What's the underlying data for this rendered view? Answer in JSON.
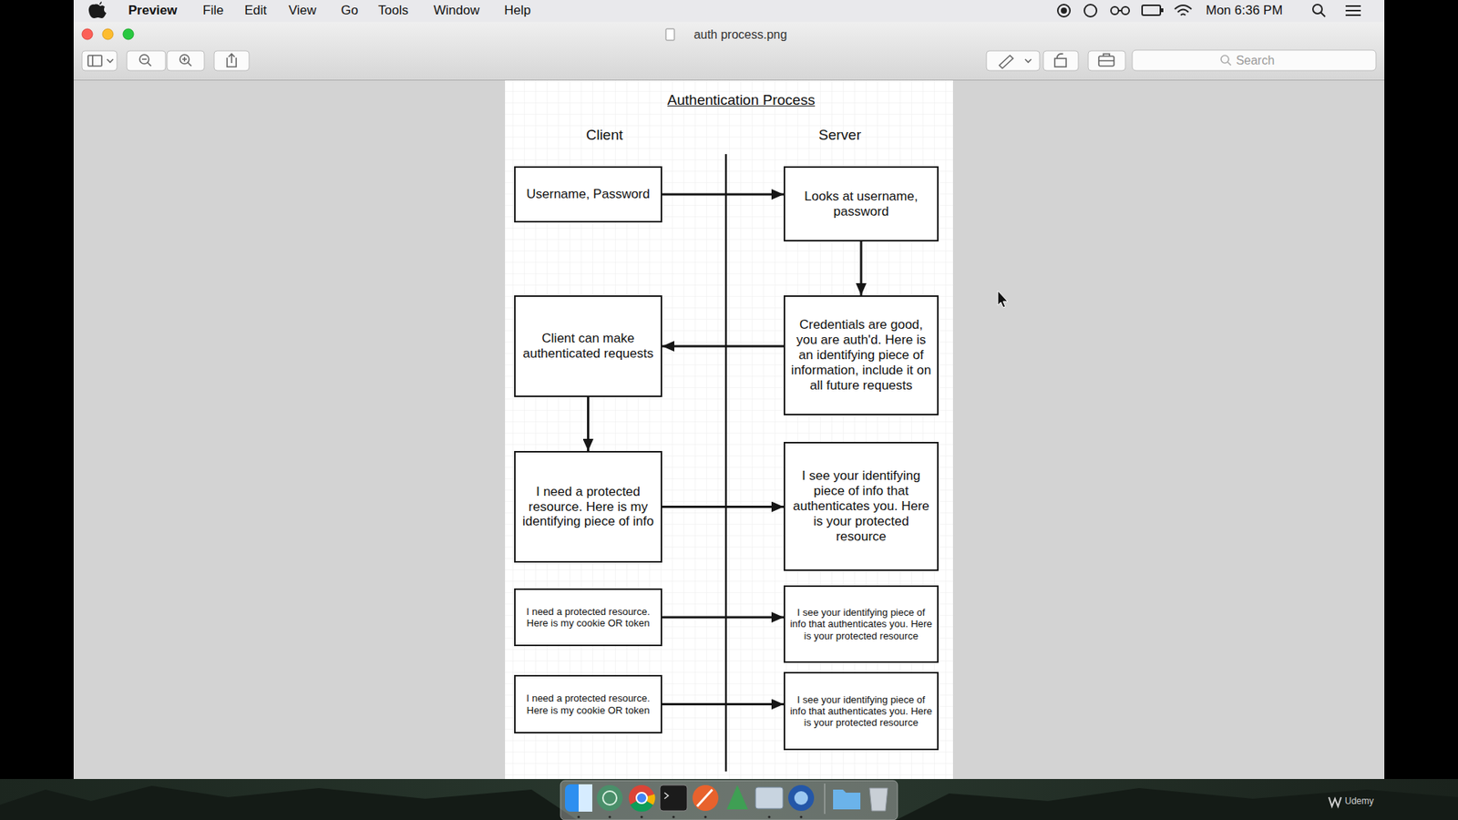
{
  "diagram": {
    "title": "Authentication Process",
    "nodes": [
      {
        "text": [
          "Username, Password"
        ]
      },
      {
        "text": [
          "Looks at username, password"
        ]
      },
      {
        "text": [
          "Client can make authenticated requests"
        ]
      },
      {
        "text": [
          "Credentials are good, you are auth'd. Here is an identifying piece of information, include it on all future requests"
        ]
      },
      {
        "text": [
          "I need a protected resource. Here is my identifying piece of info"
        ]
      },
      {
        "text": [
          "I see your identifying piece of info that authenticates you. Here is your protected resource"
        ]
      },
      {
        "text": [
          "I need a protected resource. Here is my cookie OR token"
        ]
      },
      {
        "text": [
          "I see your identifying piece of info that authenticates you. Here is your protected resource"
        ]
      },
      {
        "text": [
          "I need a protected resource. Here is my cookie OR token"
        ]
      },
      {
        "text": [
          "I see your identifying piece of info that authenticates you. Here is your protected resource"
        ]
      }
    ],
    "edges": [
      {
        "from": 0,
        "to": 1,
        "arrow": "to"
      },
      {
        "from": 1,
        "to": 3,
        "arrow": "to"
      },
      {
        "from": 3,
        "to": 2,
        "arrow": "to"
      },
      {
        "from": 2,
        "to": 4,
        "arrow": "to"
      },
      {
        "from": 4,
        "to": 5,
        "arrow": "to"
      },
      {
        "from": 6,
        "to": 7,
        "arrow": "to"
      },
      {
        "from": 8,
        "to": 9,
        "arrow": "to"
      }
    ],
    "labels": [
      "Client",
      "Server",
      "Preview",
      "File",
      "Edit",
      "View",
      "Go",
      "Tools",
      "Window",
      "Help",
      "Mon 6:36 PM",
      "auth process.png",
      "Search",
      "Udemy"
    ]
  }
}
